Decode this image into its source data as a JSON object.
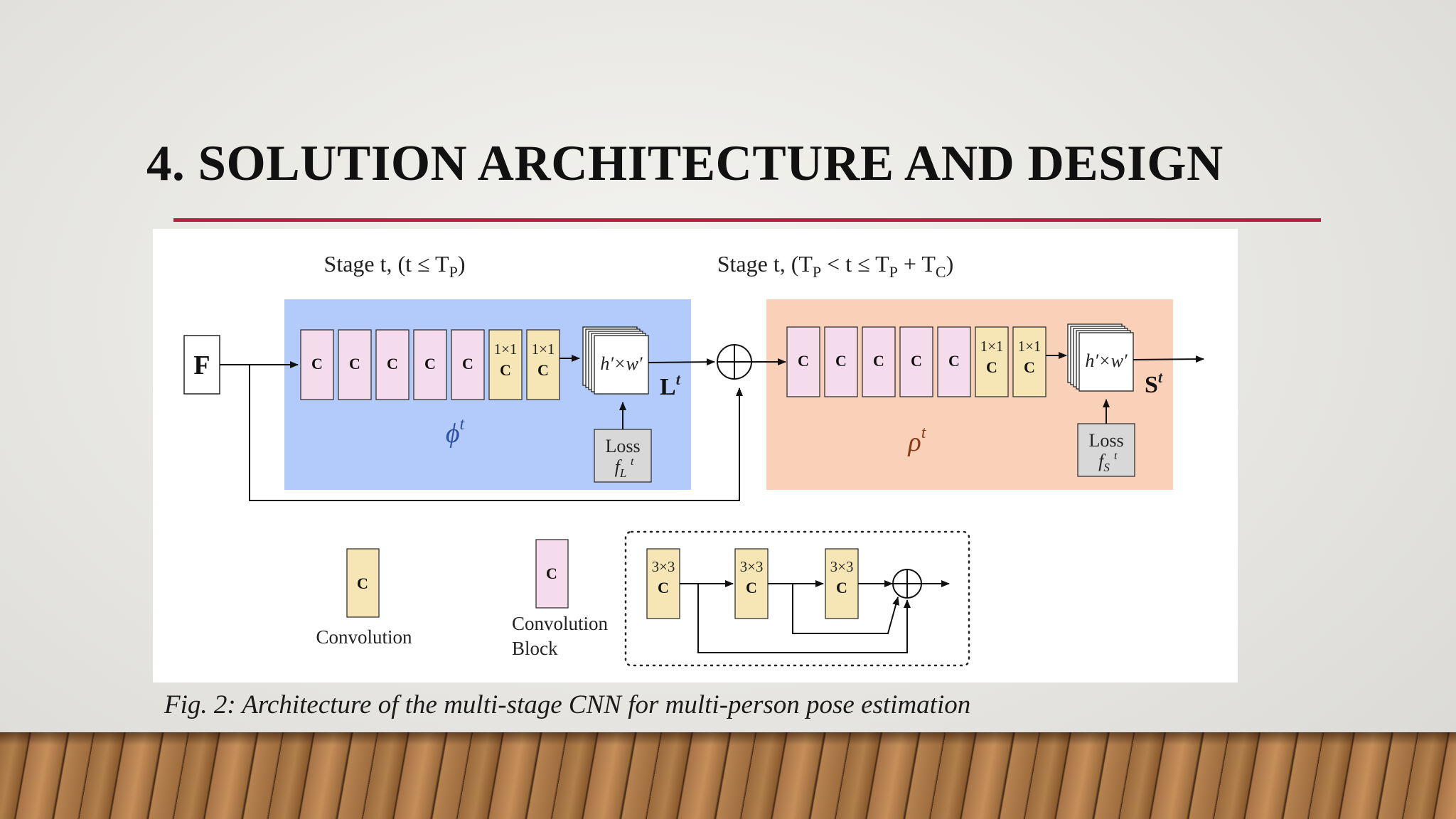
{
  "slide": {
    "title": "4. SOLUTION ARCHITECTURE AND DESIGN",
    "caption": "Fig. 2: Architecture of the multi-stage CNN for multi-person pose estimation"
  },
  "colors": {
    "rule": "#b51f3f",
    "stage1_bg": "#b3cbfa",
    "stage2_bg": "#f9d1b8",
    "conv_block": "#f5dcec",
    "conv": "#f7e6b5",
    "loss_box": "#d8d8d8"
  },
  "diagram": {
    "input_label": "F",
    "stage1": {
      "header": "Stage t, (t ≤ T",
      "header_sub": "P",
      "header_end": ")",
      "block_label": "C",
      "onebyone_top": "1×1",
      "onebyone_bottom": "C",
      "map_label": "h′×w′",
      "output_label": "L",
      "output_sup": "t",
      "function_label": "ϕ",
      "function_sup": "t",
      "loss_label": "Loss",
      "loss_fn": "f",
      "loss_fn_sub": "L",
      "loss_fn_sup": "t"
    },
    "stage2": {
      "header": "Stage t, (T",
      "header_sub1": "P",
      "header_mid": " < t ≤ T",
      "header_sub2": "P",
      "header_mid2": " + T",
      "header_sub3": "C",
      "header_end": ")",
      "block_label": "C",
      "onebyone_top": "1×1",
      "onebyone_bottom": "C",
      "map_label": "h′×w′",
      "output_label": "S",
      "output_sup": "t",
      "function_label": "ρ",
      "function_sup": "t",
      "loss_label": "Loss",
      "loss_fn": "f",
      "loss_fn_sub": "S",
      "loss_fn_sup": "t"
    },
    "legend": {
      "conv_symbol": "C",
      "conv_label": "Convolution",
      "block_symbol": "C",
      "block_label_line1": "Convolution",
      "block_label_line2": "Block",
      "detail_top": "3×3",
      "detail_bottom": "C"
    }
  }
}
